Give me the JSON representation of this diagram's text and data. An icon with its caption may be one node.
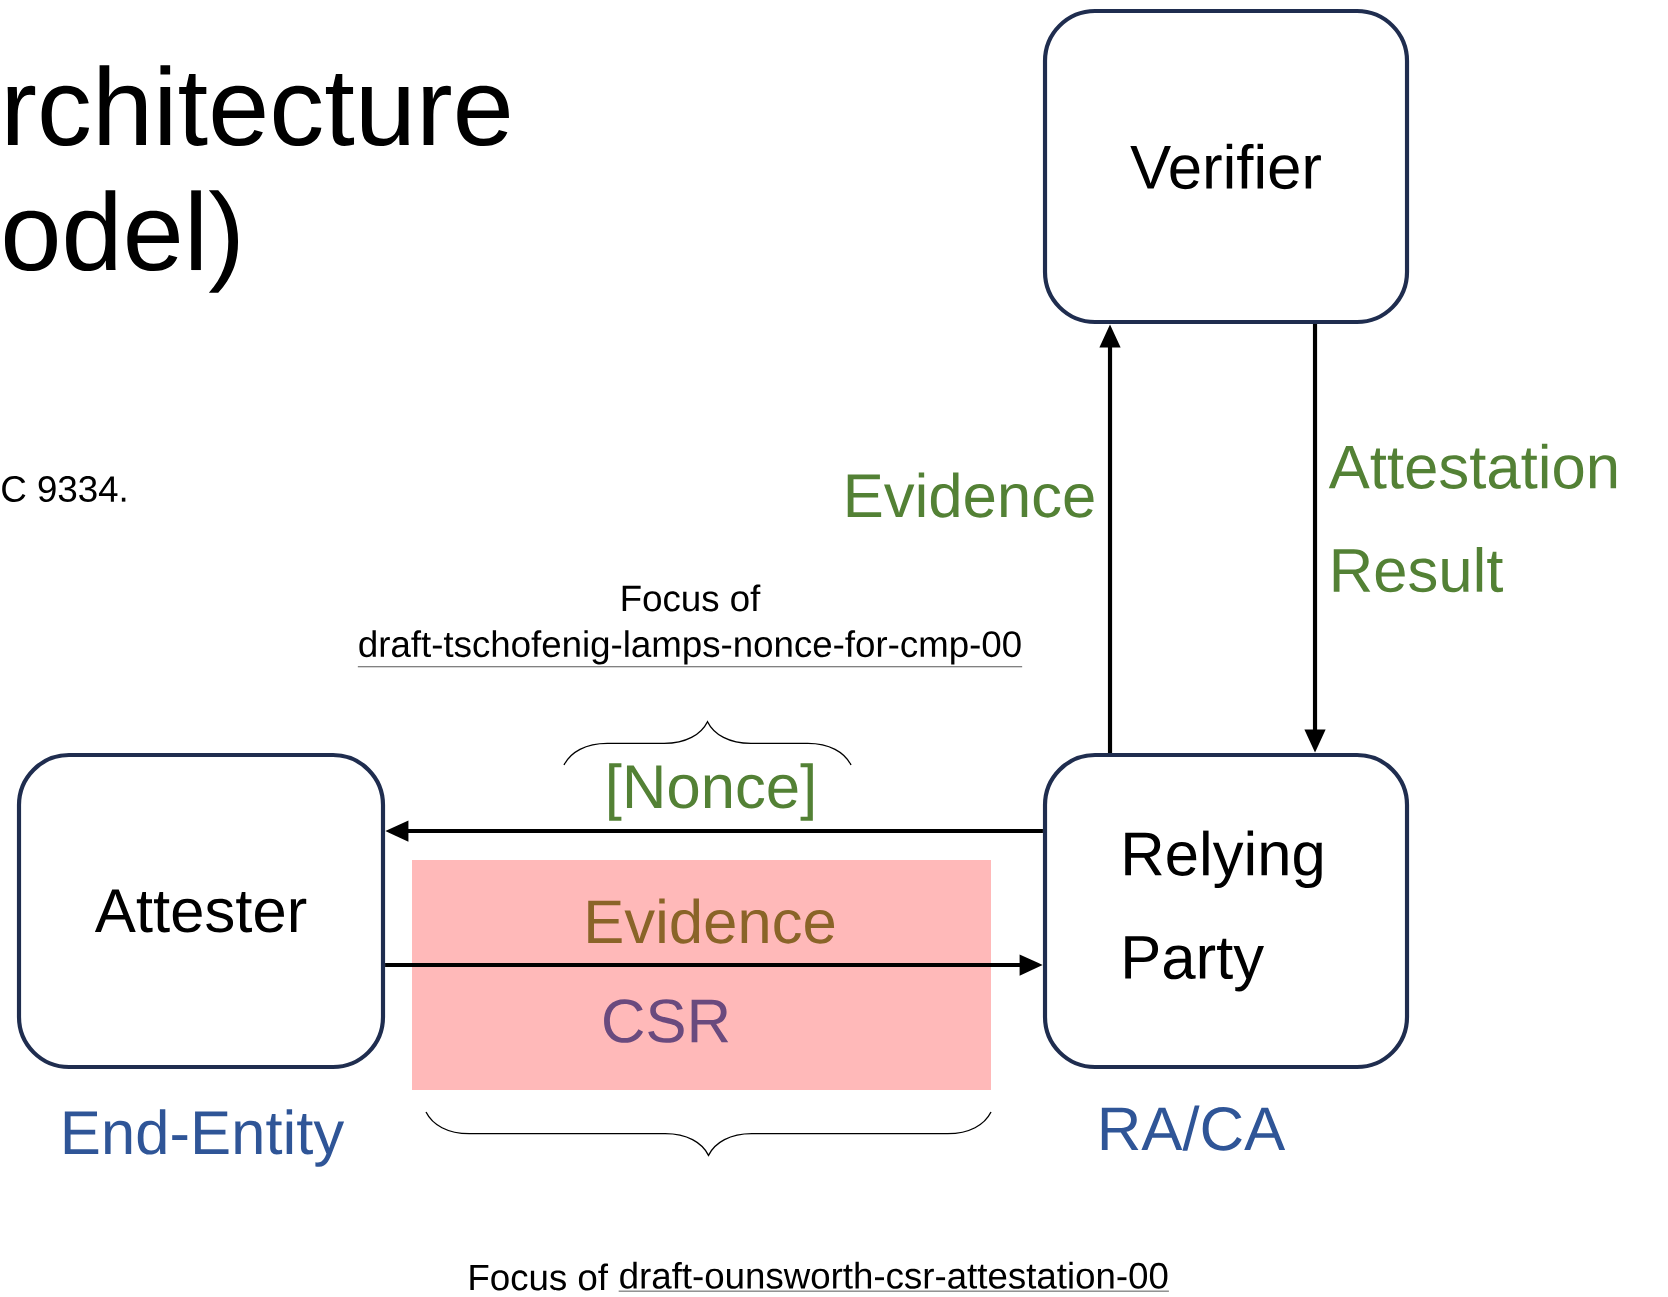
{
  "diagram": {
    "title": "rchitecture odel)",
    "nodes": [
      {
        "text": [
          "Verifier"
        ]
      },
      {
        "text": [
          "Attester"
        ],
        "beside": [
          "End-Entity"
        ]
      },
      {
        "text": [
          "Relying Party"
        ],
        "beside": [
          "RA/CA"
        ]
      }
    ],
    "edges": [
      {
        "from": 2,
        "to": 0,
        "arrow": "to",
        "label": "Evidence"
      },
      {
        "from": 0,
        "to": 2,
        "arrow": "to",
        "label": "Attestation Result"
      },
      {
        "from": 2,
        "to": 1,
        "arrow": "to",
        "label": "[Nonce]"
      },
      {
        "from": 1,
        "to": 2,
        "arrow": "to",
        "label": "Evidence"
      }
    ],
    "labels": [
      "C 9334.",
      "CSR",
      "Focus of",
      "draft-tschofenig-lamps-nonce-for-cmp-00",
      "Focus of",
      "draft-ounsworth-csr-attestation-00"
    ]
  }
}
